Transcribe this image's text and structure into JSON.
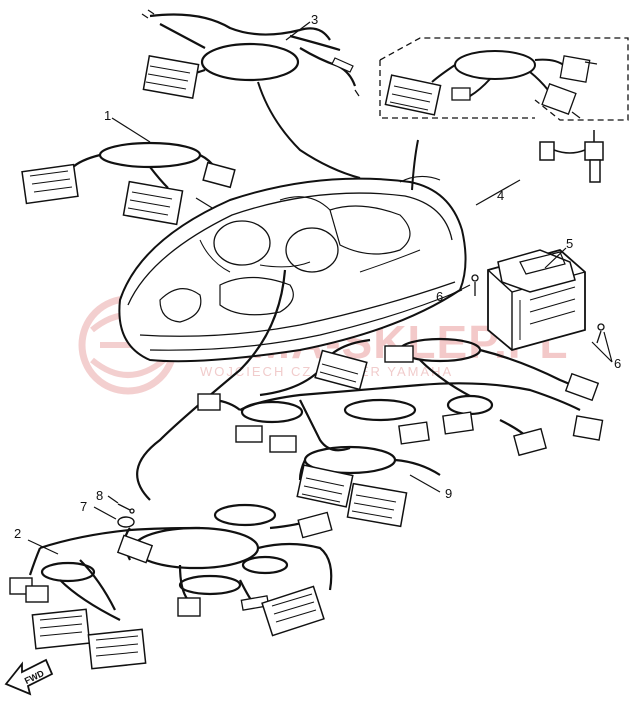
{
  "watermark": {
    "main": "YAMA-SKLEP.PL",
    "sub": "WOJCIECH CZ        DEALER YAMAHA"
  },
  "callouts": {
    "c1": "1",
    "c2": "2",
    "c3": "3",
    "c4": "4",
    "c5": "5",
    "c6a": "6",
    "c6b": "6",
    "c7": "7",
    "c8": "8",
    "c9": "9"
  },
  "fwd_label": "FWD"
}
